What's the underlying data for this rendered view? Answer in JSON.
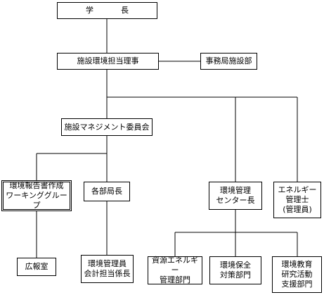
{
  "diagram": {
    "nodes": [
      {
        "id": "president",
        "label": "学　長"
      },
      {
        "id": "director",
        "label": "施設環境担当理事"
      },
      {
        "id": "facilities",
        "label": "事務局施設部"
      },
      {
        "id": "committee",
        "label": "施設マネジメント委員会"
      },
      {
        "id": "wg",
        "label": "環境報告書作成\nワーキンググループ"
      },
      {
        "id": "deans",
        "label": "各部局長"
      },
      {
        "id": "envcenter",
        "label": "環境管理\nセンター長"
      },
      {
        "id": "energymgr",
        "label": "エネルギー\n管理士\n(管理員)"
      },
      {
        "id": "pr",
        "label": "広報室"
      },
      {
        "id": "accounting",
        "label": "環境管理員\n会計担当係長"
      },
      {
        "id": "resources",
        "label": "資源エネルギー\n管理部門"
      },
      {
        "id": "conservation",
        "label": "環境保全\n対策部門"
      },
      {
        "id": "education",
        "label": "環境教育\n研究活動\n支援部門"
      }
    ]
  }
}
